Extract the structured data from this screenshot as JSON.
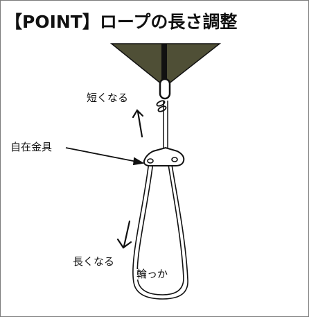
{
  "title": "【POINT】ロープの長さ調整",
  "labels": {
    "shorter": "短くなる",
    "fitting": "自在金具",
    "longer": "長くなる",
    "loop": "輪っか"
  },
  "colors": {
    "tarp": "#4f4f36",
    "line": "#111111",
    "background": "#ffffff",
    "border": "#7a7a7a"
  }
}
